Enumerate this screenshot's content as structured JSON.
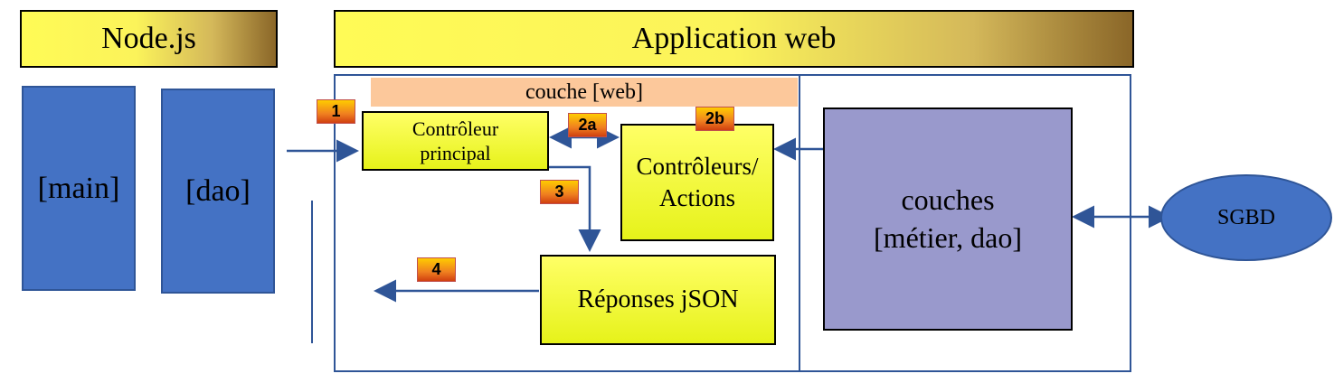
{
  "headers": {
    "node": "Node.js",
    "app": "Application web"
  },
  "modules": {
    "main": "[main]",
    "dao": "[dao]"
  },
  "web_layer": {
    "label": "couche [web]"
  },
  "boxes": {
    "main_controller": "Contrôleur principal",
    "controllers": "Contrôleurs/ Actions",
    "responses": "Réponses jSON",
    "layers_line1": "couches",
    "layers_line2": "[métier, dao]",
    "db": "SGBD"
  },
  "steps": [
    "1",
    "2a",
    "2b",
    "3",
    "4"
  ],
  "colors": {
    "blue": "#4472c4",
    "border_blue": "#2f5597",
    "yellow": "#f2f21a",
    "peach": "#fcc89b",
    "purple": "#9999cc",
    "step_orange": "#f08020"
  }
}
